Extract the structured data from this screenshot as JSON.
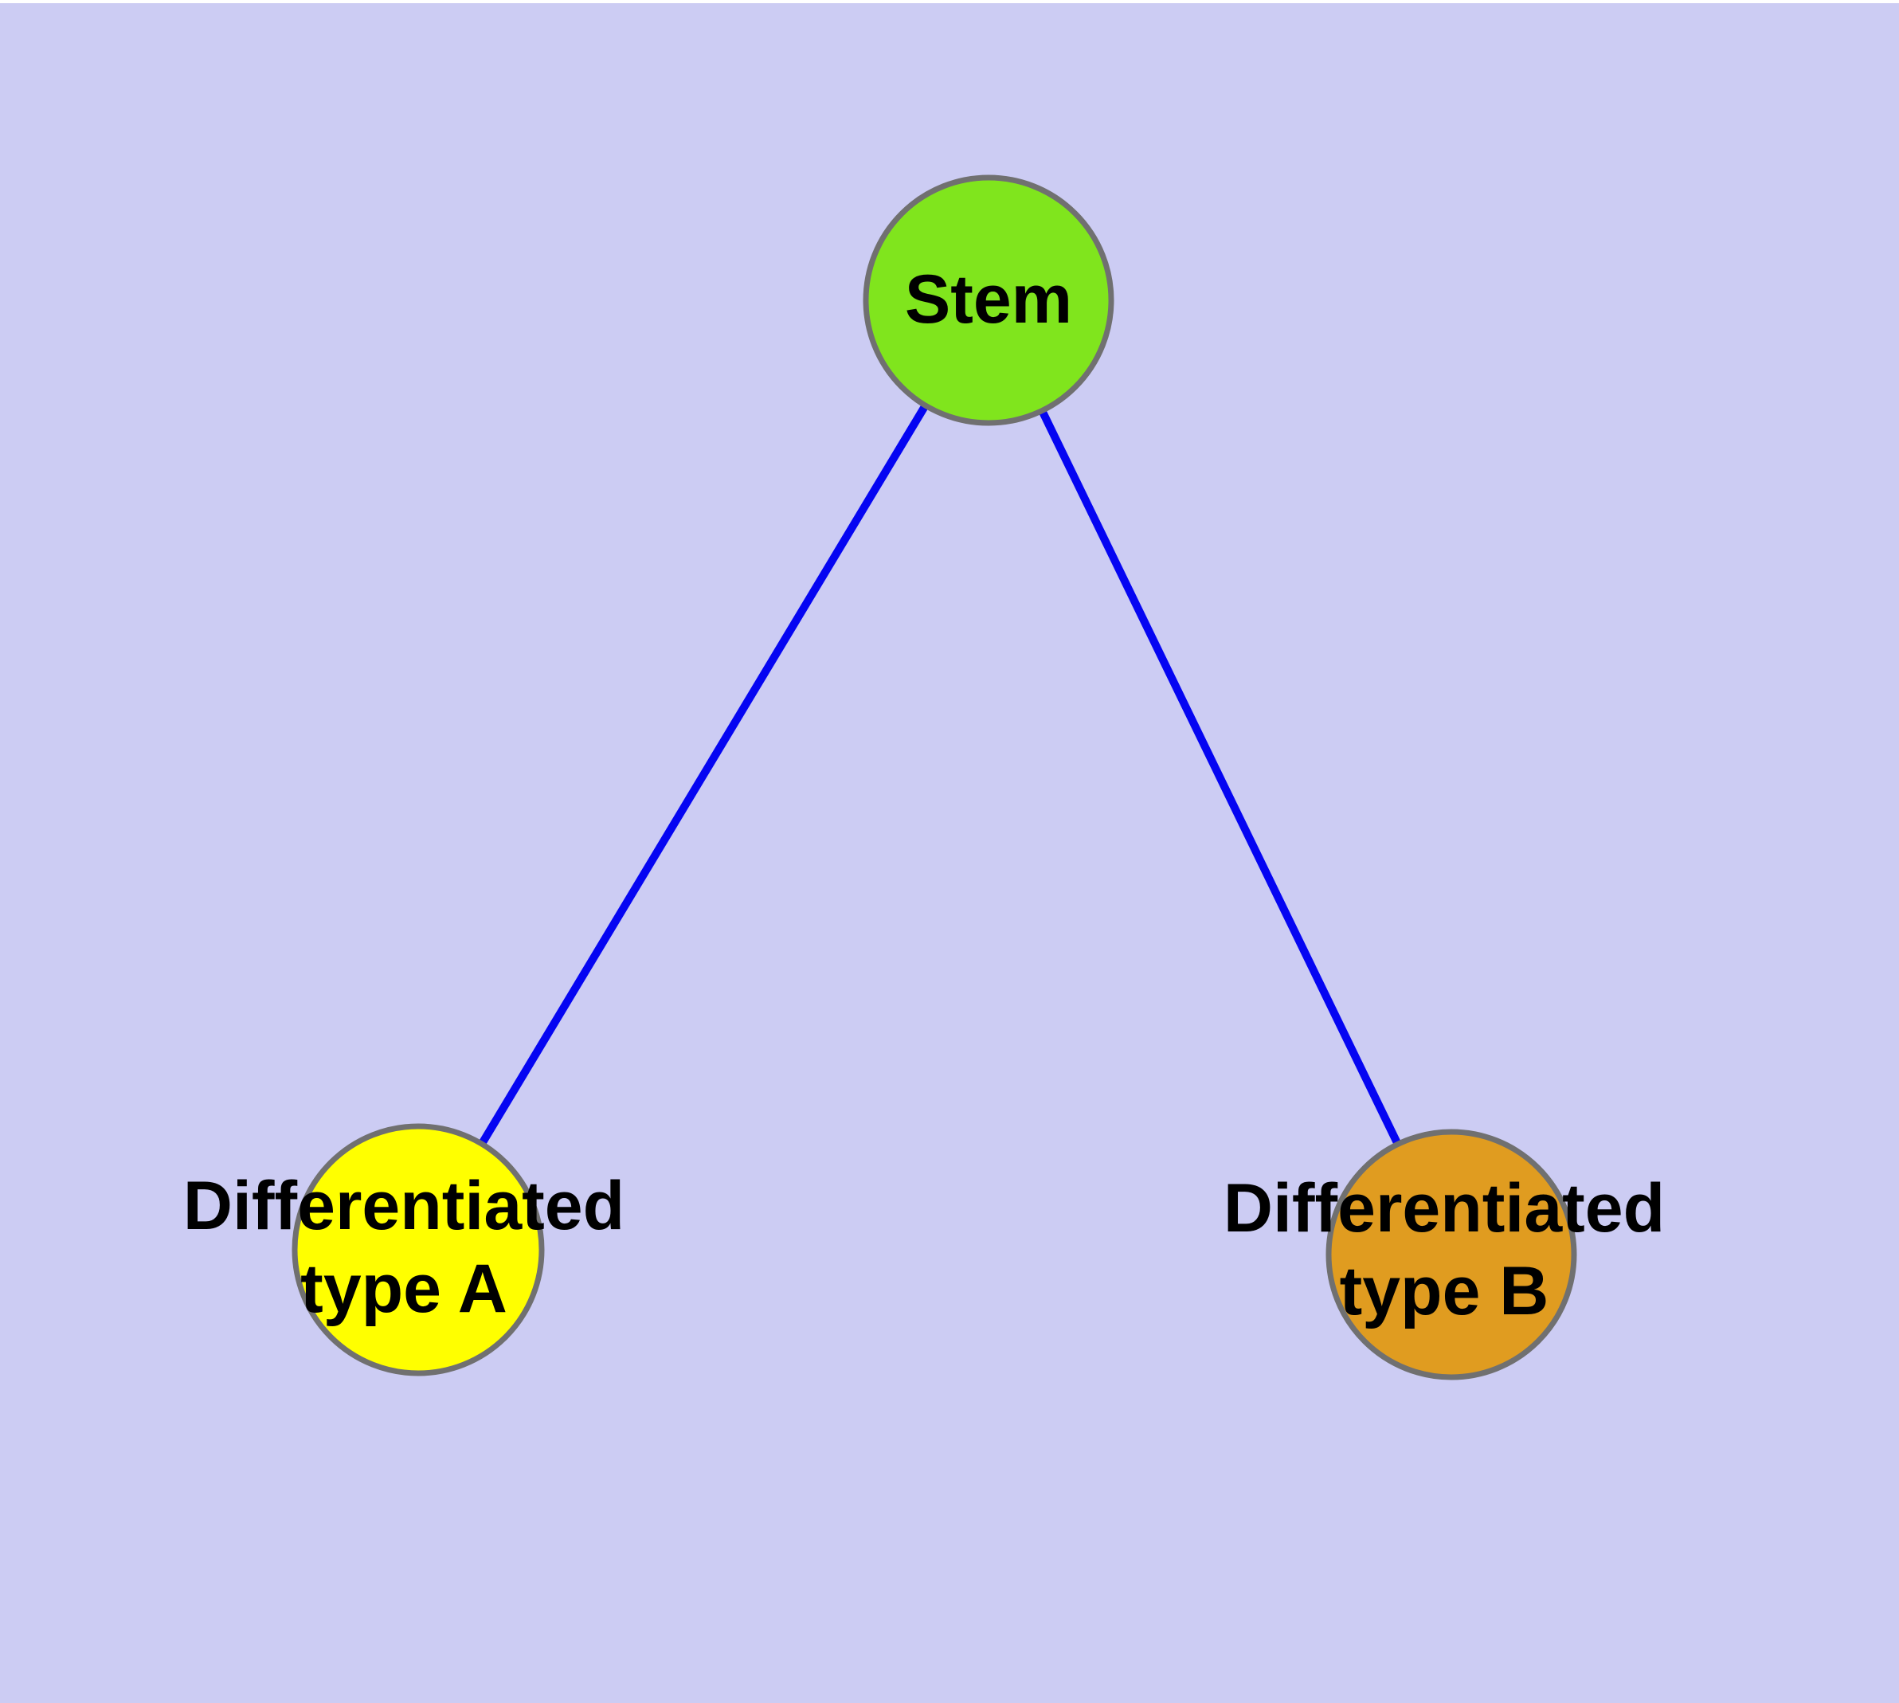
{
  "diagram": {
    "type": "node-link-graph",
    "description": "Cell differentiation diagram: one stem node branching to two differentiated cell type nodes"
  },
  "style": {
    "background_color": "#ccccf3",
    "top_strip_color": "#ffffff",
    "node_border_color": "#707070",
    "label_color": "#000000"
  },
  "nodes": {
    "stem": {
      "label": "Stem",
      "color": "#80e51d"
    },
    "type_a": {
      "label": "Differentiated type A",
      "label_line1": "Differentiated",
      "label_line2": "type A",
      "color": "#ffff00"
    },
    "type_b": {
      "label": "Differentiated type B",
      "label_line1": "Differentiated",
      "label_line2": "type B",
      "color": "#e09c20"
    }
  },
  "edges": {
    "color": "#0505f2",
    "list": [
      {
        "from": "Stem",
        "to": "Differentiated type A"
      },
      {
        "from": "Stem",
        "to": "Differentiated type B"
      }
    ]
  }
}
